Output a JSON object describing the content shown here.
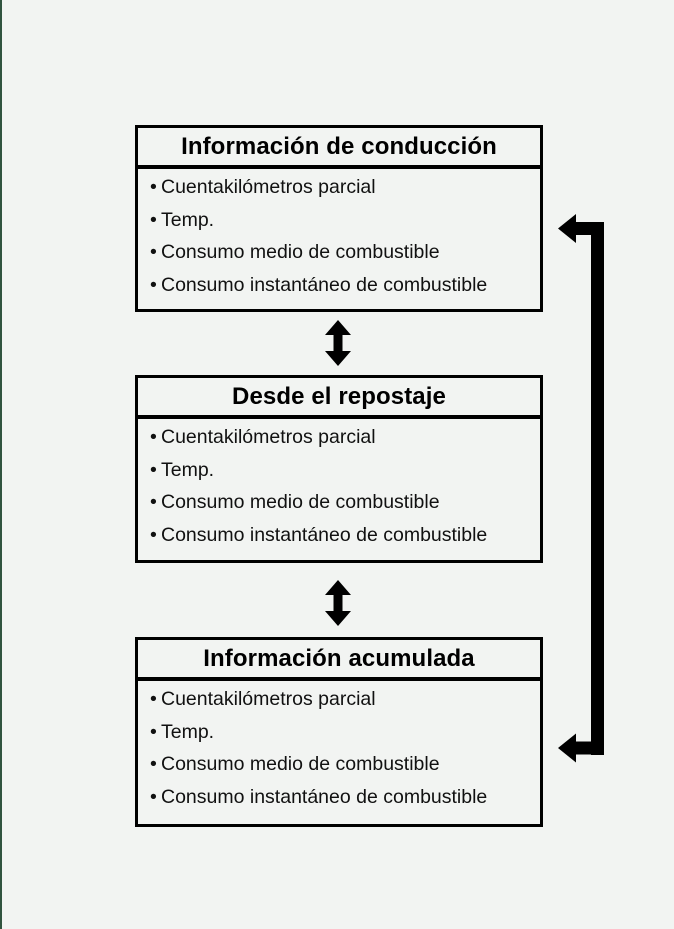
{
  "diagram": {
    "title": "Información de conducción / Desde el repostaje / Información acumulada",
    "background_color": "#f2f4f2",
    "line_color": "#000000",
    "accent_edge_color": "#31543f",
    "nodes": [
      {
        "id": "informacion-de-conduccion",
        "header": "Información de conducción",
        "items": [
          "Cuentakilómetros parcial",
          "Temp.",
          "Consumo medio de combustible",
          "Consumo instantáneo de combustible"
        ]
      },
      {
        "id": "desde-el-repostaje",
        "header": "Desde el repostaje",
        "items": [
          "Cuentakilómetros parcial",
          "Temp.",
          "Consumo medio de combustible",
          "Consumo instantáneo de combustible"
        ]
      },
      {
        "id": "informacion-acumulada",
        "header": "Información acumulada",
        "items": [
          "Cuentakilómetros parcial",
          "Temp.",
          "Consumo medio de combustible",
          "Consumo instantáneo de combustible"
        ]
      }
    ],
    "connectors": [
      {
        "id": "connector-box1-box2",
        "kind": "double-headed-vertical-arrow",
        "from": "informacion-de-conduccion",
        "to": "desde-el-repostaje"
      },
      {
        "id": "connector-box2-box3",
        "kind": "double-headed-vertical-arrow",
        "from": "desde-el-repostaje",
        "to": "informacion-acumulada"
      },
      {
        "id": "connector-wrap-bracket",
        "kind": "double-headed-side-bracket-arrow",
        "from": "informacion-acumulada",
        "to": "informacion-de-conduccion"
      }
    ],
    "bullet_glyph": "•"
  }
}
